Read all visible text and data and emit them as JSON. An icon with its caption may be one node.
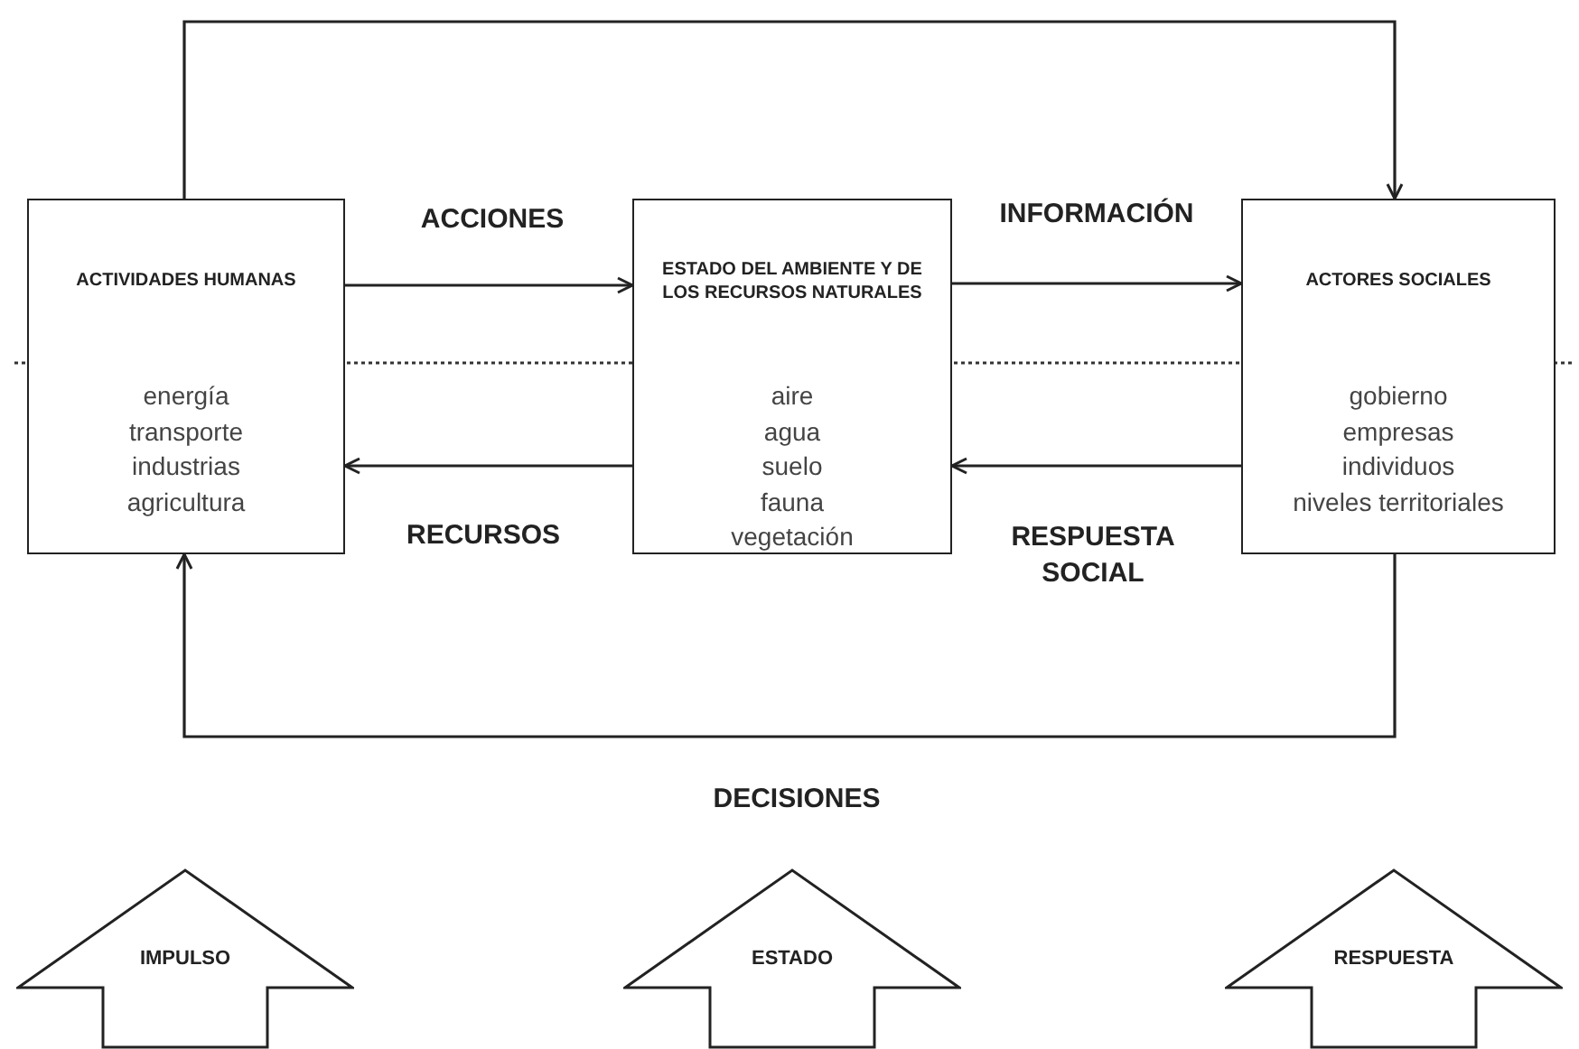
{
  "diagram": {
    "nodes": [
      {
        "text": [
          "ACTIVIDADES HUMANAS",
          "energía",
          "transporte",
          "industrias",
          "agricultura"
        ]
      },
      {
        "text": [
          "ESTADO DEL AMBIENTE Y DE LOS RECURSOS NATURALES",
          "aire",
          "agua",
          "suelo",
          "fauna",
          "vegetación"
        ]
      },
      {
        "text": [
          "ACTORES SOCIALES",
          "gobierno",
          "empresas",
          "individuos",
          "niveles territoriales"
        ]
      },
      {
        "text": [
          "IMPULSO"
        ]
      },
      {
        "text": [
          "ESTADO"
        ]
      },
      {
        "text": [
          "RESPUESTA"
        ]
      }
    ],
    "edges": [
      {
        "from": 0,
        "to": 1,
        "arrow": "to",
        "label": "ACCIONES"
      },
      {
        "from": 1,
        "to": 2,
        "arrow": "to",
        "label": "INFORMACIÓN"
      },
      {
        "from": 1,
        "to": 0,
        "arrow": "to",
        "label": "RECURSOS"
      },
      {
        "from": 2,
        "to": 1,
        "arrow": "to",
        "label": "RESPUESTA SOCIAL"
      },
      {
        "from": 0,
        "to": 2,
        "arrow": "to"
      },
      {
        "from": 2,
        "to": 0,
        "arrow": "to",
        "label": "DECISIONES"
      }
    ]
  }
}
